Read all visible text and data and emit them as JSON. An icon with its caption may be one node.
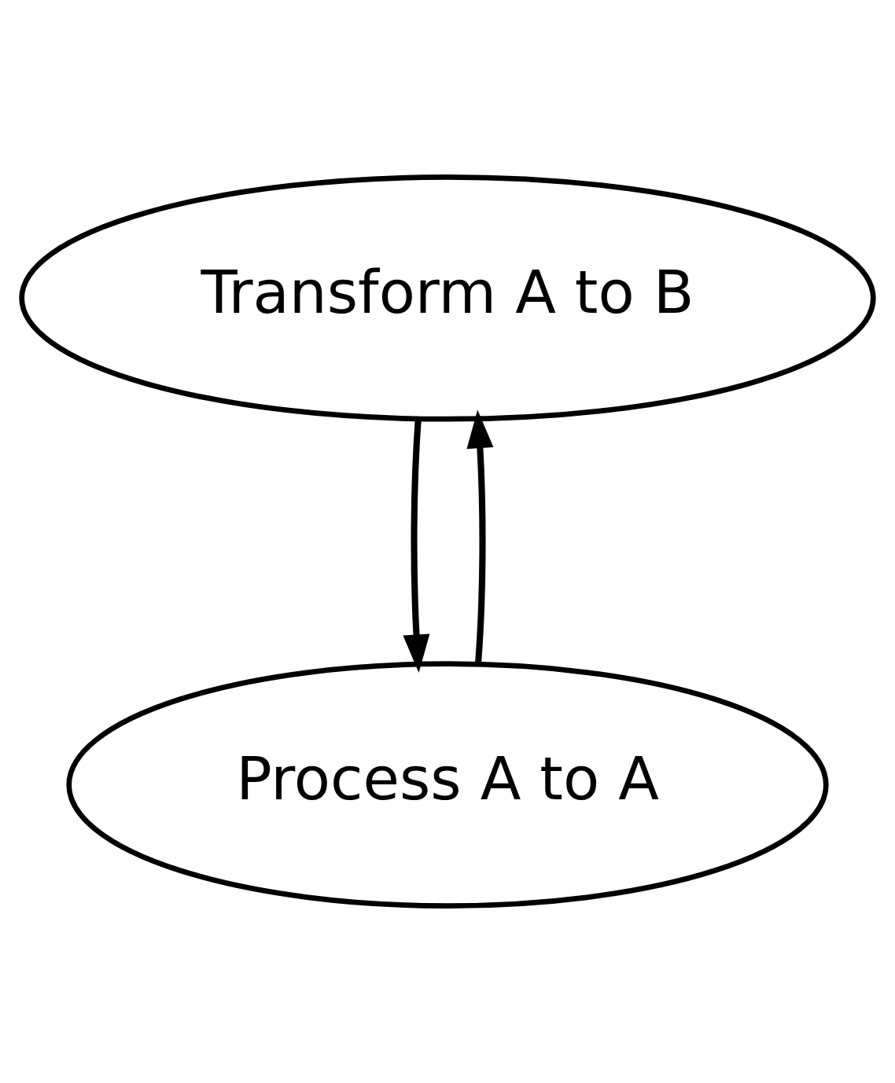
{
  "diagram": {
    "nodes": [
      {
        "text": [
          "Transform A to B"
        ]
      },
      {
        "text": [
          "Process A to A"
        ]
      }
    ],
    "edges": [
      {
        "from": 0,
        "to": 1,
        "arrow": "to"
      },
      {
        "from": 1,
        "to": 0,
        "arrow": "to"
      }
    ]
  }
}
